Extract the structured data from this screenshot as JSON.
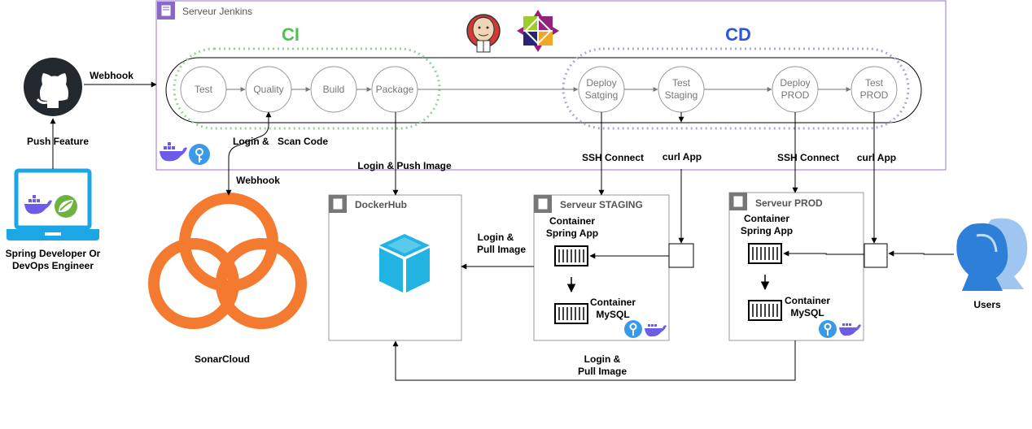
{
  "jenkins": {
    "title": "Serveur Jenkins",
    "ci_label": "CI",
    "cd_label": "CD"
  },
  "ci_stages": [
    "Test",
    "Quality",
    "Build",
    "Package"
  ],
  "cd_stages": [
    {
      "line1": "Deploy",
      "line2": "Satging"
    },
    {
      "line1": "Test",
      "line2": "Staging"
    },
    {
      "line1": "Deploy",
      "line2": "PROD"
    },
    {
      "line1": "Test",
      "line2": "PROD"
    }
  ],
  "edge_labels": {
    "webhook_top": "Webhook",
    "push_feature": "Push Feature",
    "login_scan_1": "Login &",
    "login_scan_2": "Scan Code",
    "webhook_sonar": "Webhook",
    "login_push_image": "Login & Push Image",
    "ssh_connect_staging": "SSH Connect",
    "curl_app_staging": "curl App",
    "ssh_connect_prod": "SSH Connect",
    "curl_app_prod": "curl App",
    "login_pull_1a": "Login &",
    "login_pull_1b": "Pull Image",
    "login_pull_2a": "Login &",
    "login_pull_2b": "Pull Image"
  },
  "developer": {
    "label1": "Spring Developer Or",
    "label2": "DevOps Engineer"
  },
  "sonarcloud": {
    "label": "SonarCloud"
  },
  "dockerhub": {
    "title": "DockerHub"
  },
  "staging": {
    "title": "Serveur STAGING",
    "app1": "Container",
    "app2": "Spring App",
    "db1": "Container",
    "db2": "MySQL"
  },
  "prod": {
    "title": "Serveur PROD",
    "app1": "Container",
    "app2": "Spring App",
    "db1": "Container",
    "db2": "MySQL"
  },
  "users": {
    "label": "Users"
  },
  "colors": {
    "jenkins_border": "#9673d4",
    "ci": "#4cc34c",
    "cd": "#2a55e0",
    "ci_dotted": "#97d597",
    "cd_dotted": "#b0a6dc",
    "sonar": "#f47a30",
    "docker": "#3a86e0",
    "laptop": "#1ba6e6",
    "users": "#2e7fd8"
  }
}
